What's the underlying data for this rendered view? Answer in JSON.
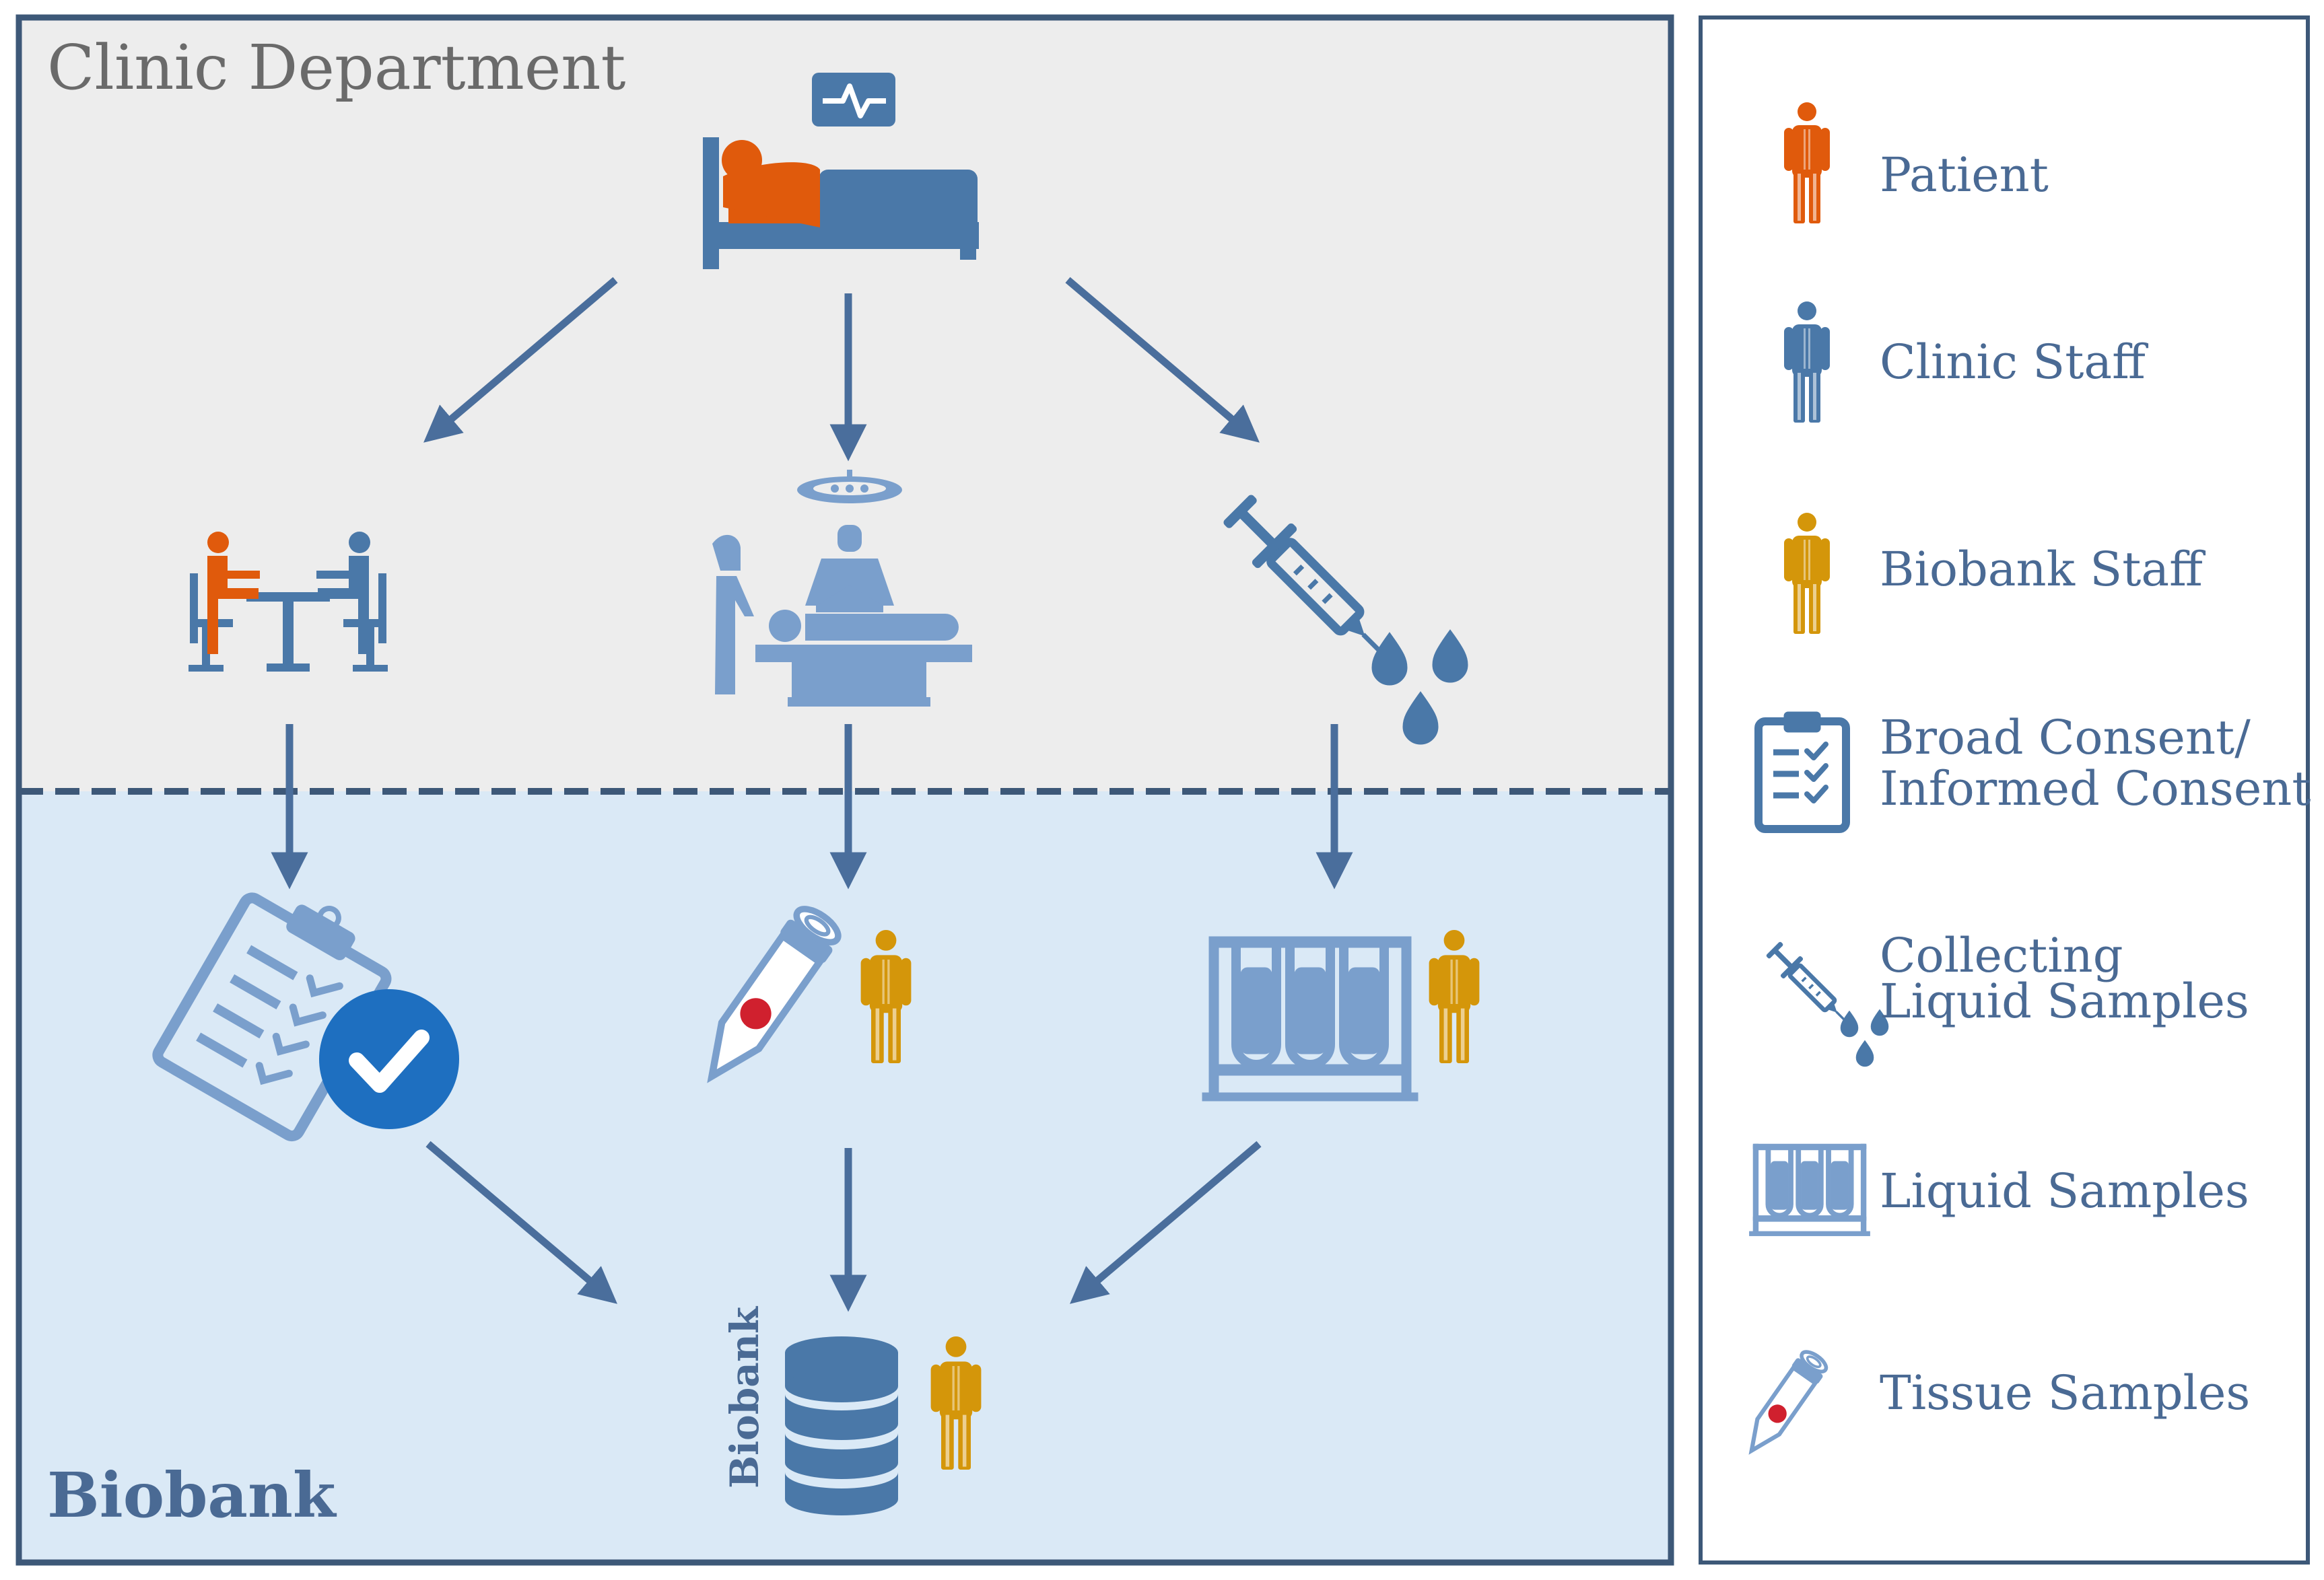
{
  "diagram": {
    "sections": {
      "clinic": {
        "title": "Clinic Department"
      },
      "biobank": {
        "title": "Biobank"
      }
    },
    "nodes": {
      "hospital_bed": {
        "icon": "hospital-bed-with-heart-monitor-icon"
      },
      "consultation": {
        "icon": "patient-staff-consultation-icon"
      },
      "surgery": {
        "icon": "operating-room-surgery-icon"
      },
      "liquid_collection": {
        "icon": "syringe-with-drops-icon"
      },
      "consent_document": {
        "icon": "signed-consent-clipboard-icon"
      },
      "tissue_sample": {
        "icon": "tissue-sample-tube-icon"
      },
      "liquid_samples": {
        "icon": "test-tube-rack-icon"
      },
      "biobank_storage": {
        "icon": "database-storage-icon",
        "label": "Biobank"
      }
    },
    "edges": [
      {
        "from": "hospital_bed",
        "to": "consultation"
      },
      {
        "from": "hospital_bed",
        "to": "surgery"
      },
      {
        "from": "hospital_bed",
        "to": "liquid_collection"
      },
      {
        "from": "consultation",
        "to": "consent_document"
      },
      {
        "from": "surgery",
        "to": "tissue_sample"
      },
      {
        "from": "liquid_collection",
        "to": "liquid_samples"
      },
      {
        "from": "consent_document",
        "to": "biobank_storage"
      },
      {
        "from": "tissue_sample",
        "to": "biobank_storage"
      },
      {
        "from": "liquid_samples",
        "to": "biobank_storage"
      }
    ]
  },
  "legend": {
    "items": [
      {
        "icon": "patient-person-icon",
        "label": "Patient"
      },
      {
        "icon": "clinic-staff-person-icon",
        "label": "Clinic Staff"
      },
      {
        "icon": "biobank-staff-person-icon",
        "label": "Biobank Staff"
      },
      {
        "icon": "consent-clipboard-icon",
        "label_line1": "Broad Consent/",
        "label_line2": "Informed Consent"
      },
      {
        "icon": "syringe-drops-icon",
        "label_line1": "Collecting",
        "label_line2": "Liquid Samples"
      },
      {
        "icon": "test-tube-rack-icon",
        "label": "Liquid Samples"
      },
      {
        "icon": "tissue-tube-icon",
        "label": "Tissue Samples"
      }
    ]
  },
  "colors": {
    "patient": "#e05a0c",
    "clinic_staff": "#4a78a8",
    "biobank_staff": "#d4960a",
    "icon_light": "#7a9fcc",
    "arrow": "#4a6e9c",
    "clinic_bg": "#ededed",
    "biobank_bg": "#dae9f6",
    "text": "#4a6a94",
    "clinic_title": "#6a6a6a",
    "border": "#3d5878",
    "check": "#1e6fc0"
  }
}
